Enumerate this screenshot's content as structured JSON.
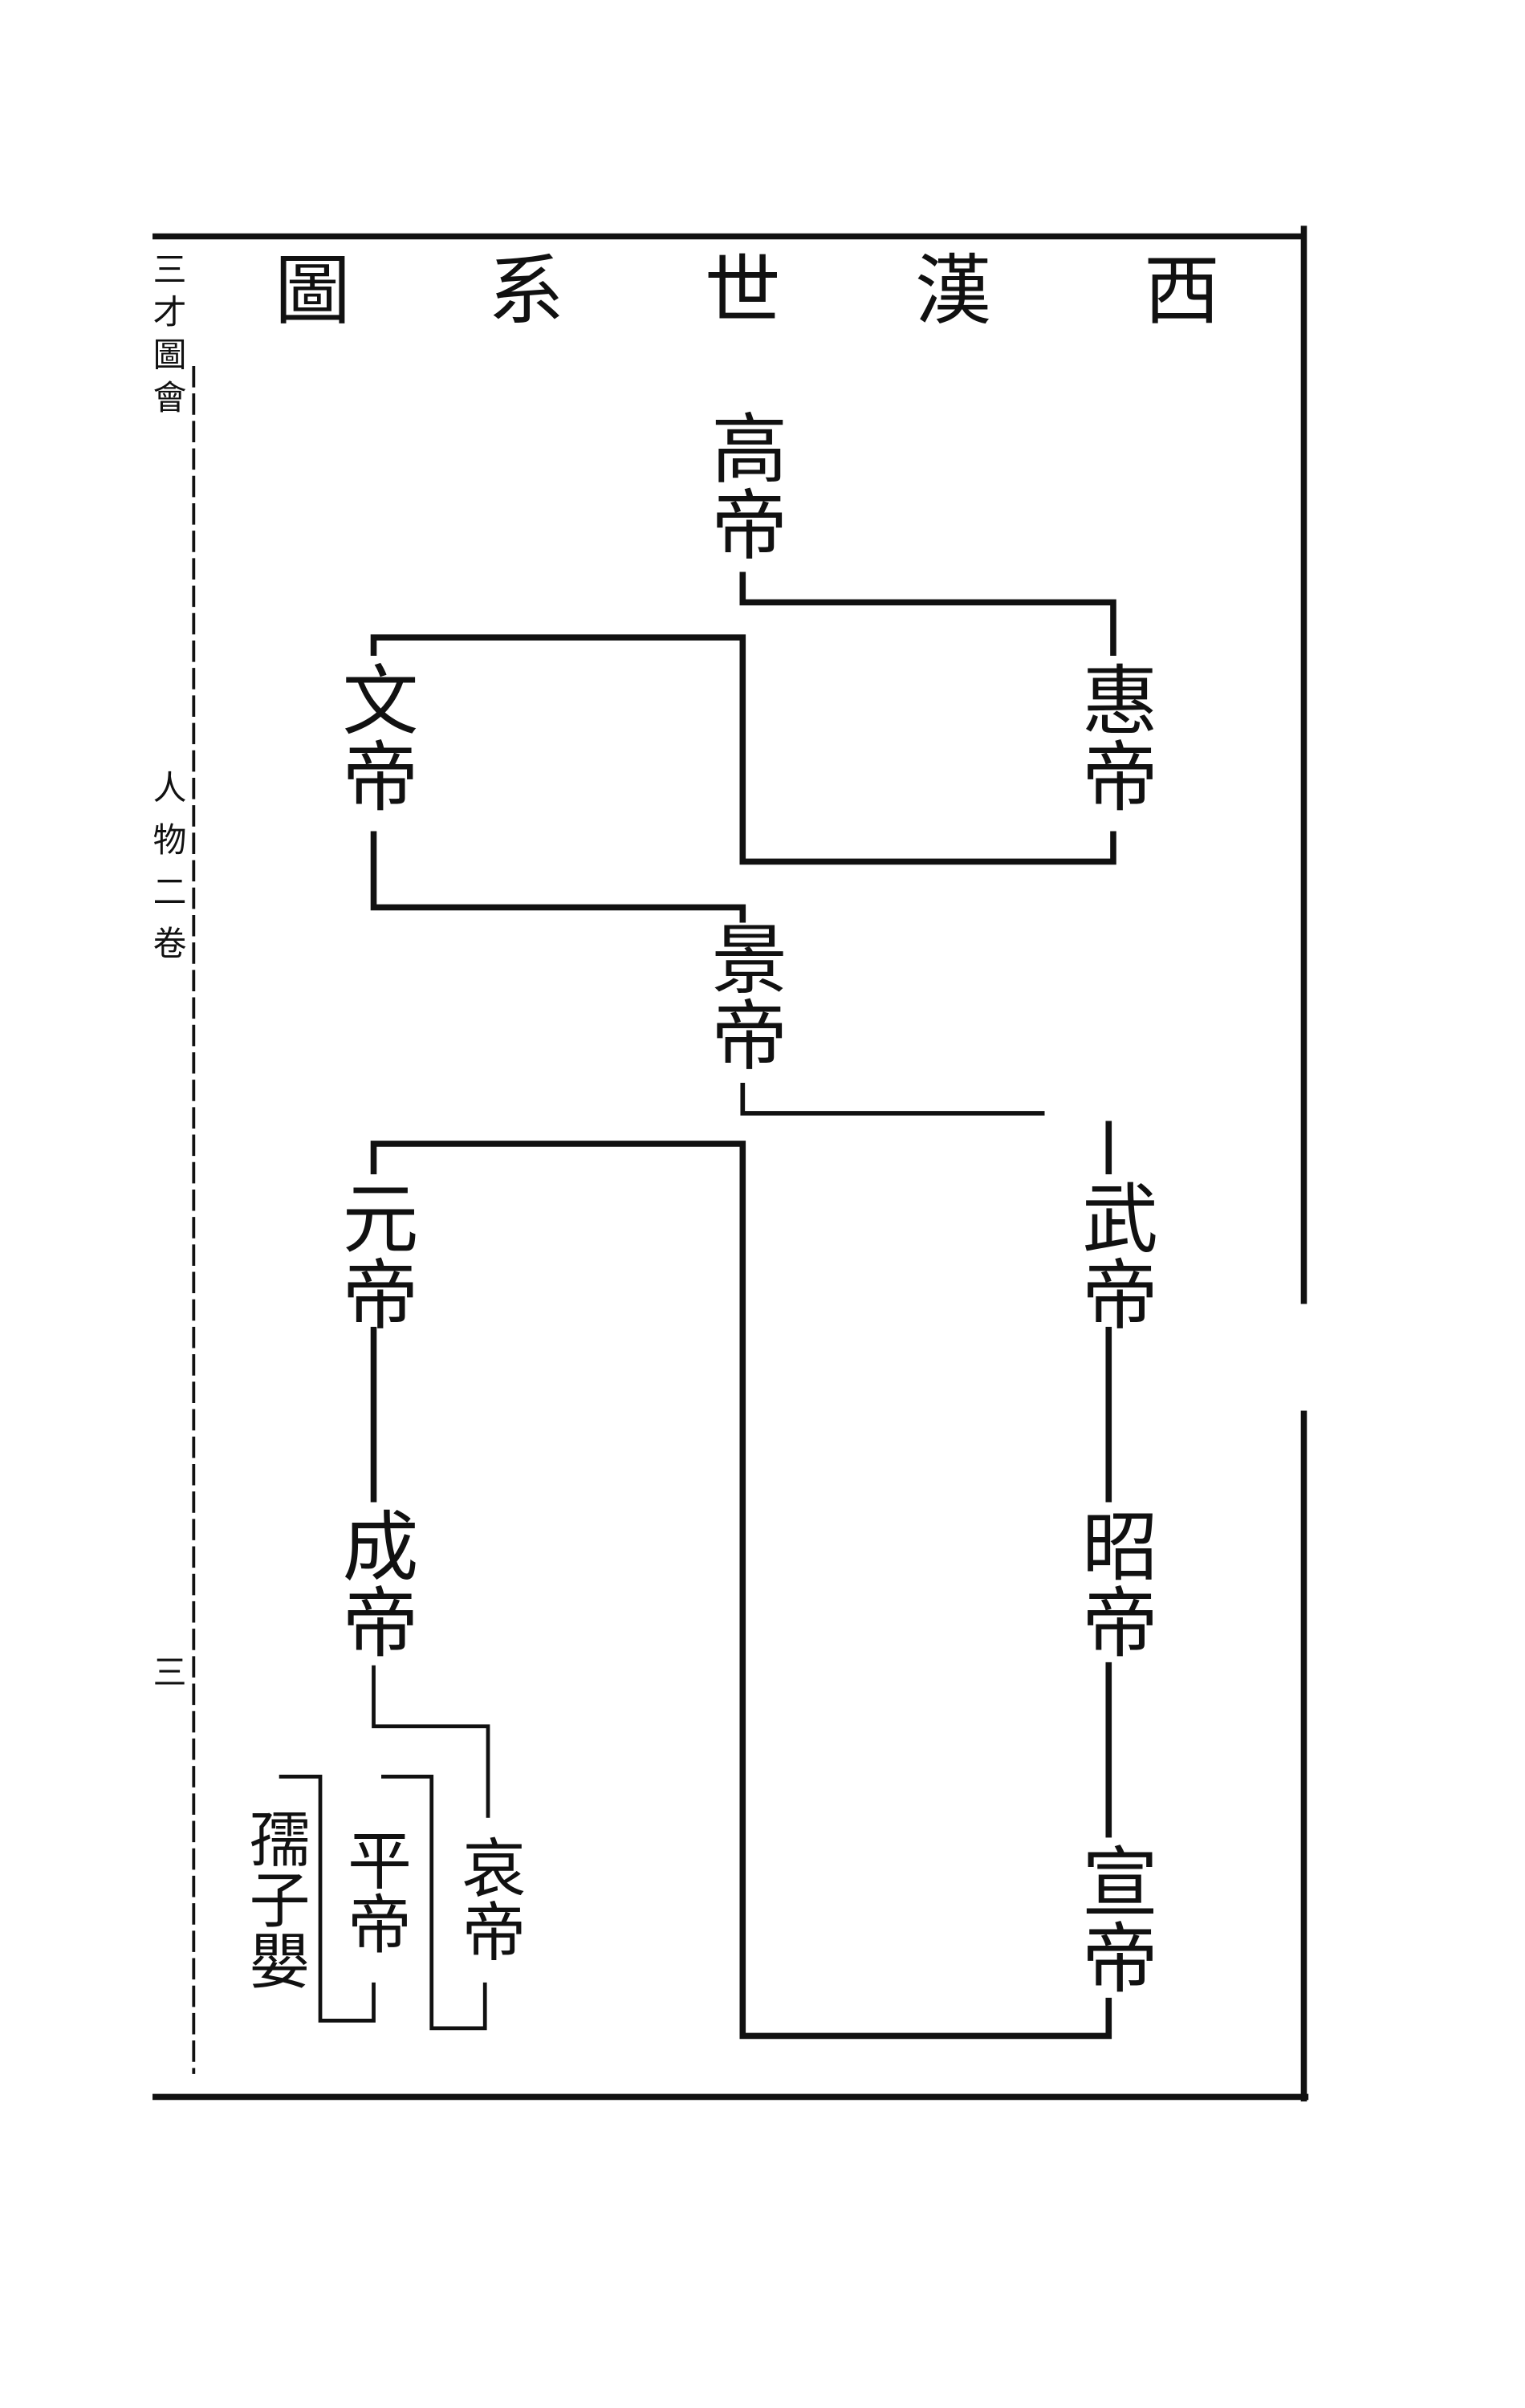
{
  "title": [
    "西",
    "漢",
    "世",
    "系",
    "圖"
  ],
  "margin": {
    "book": "三才圖會",
    "volume": "人物二卷",
    "page": "三"
  },
  "emperors": {
    "gao": "高帝",
    "hui": "惠帝",
    "wen": "文帝",
    "jing": "景帝",
    "wu": "武帝",
    "yuan": "元帝",
    "zhao": "昭帝",
    "cheng": "成帝",
    "xuan": "宣帝",
    "ai": "哀帝",
    "ping": "平帝",
    "ruzi": "孺子嬰"
  },
  "colors": {
    "ink": "#111111",
    "paper": "#ffffff"
  }
}
